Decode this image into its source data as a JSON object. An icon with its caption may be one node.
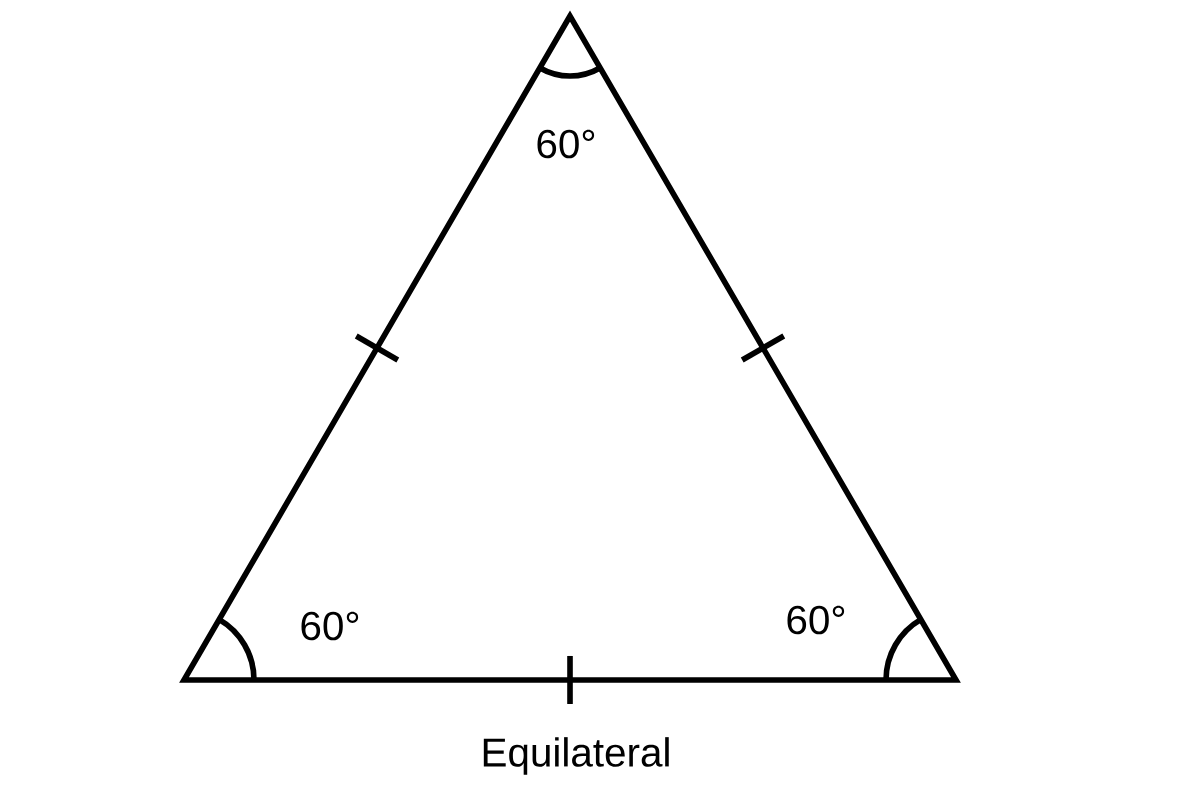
{
  "diagram": {
    "caption": "Equilateral",
    "labels": [
      "60°",
      "60°",
      "60°"
    ]
  }
}
